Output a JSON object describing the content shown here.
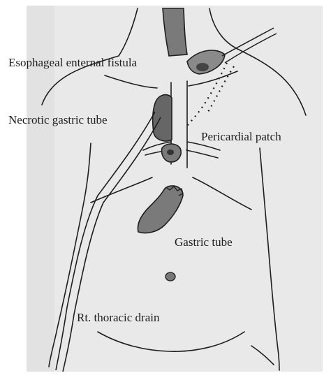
{
  "figure": {
    "labels": {
      "esophageal_fistula": "Esophageal enternal fistula",
      "necrotic_gastric_tube": "Necrotic gastric tube",
      "pericardial_patch": "Pericardial patch",
      "gastric_tube": "Gastric tube",
      "thoracic_drain": "Rt. thoracic drain"
    },
    "colors": {
      "paper": "#e8e8e8",
      "shadow": "#c9c9c9",
      "ink": "#1e1e1e",
      "shaded_organ": "#7a7a7a",
      "dark_organ": "#555555"
    }
  }
}
